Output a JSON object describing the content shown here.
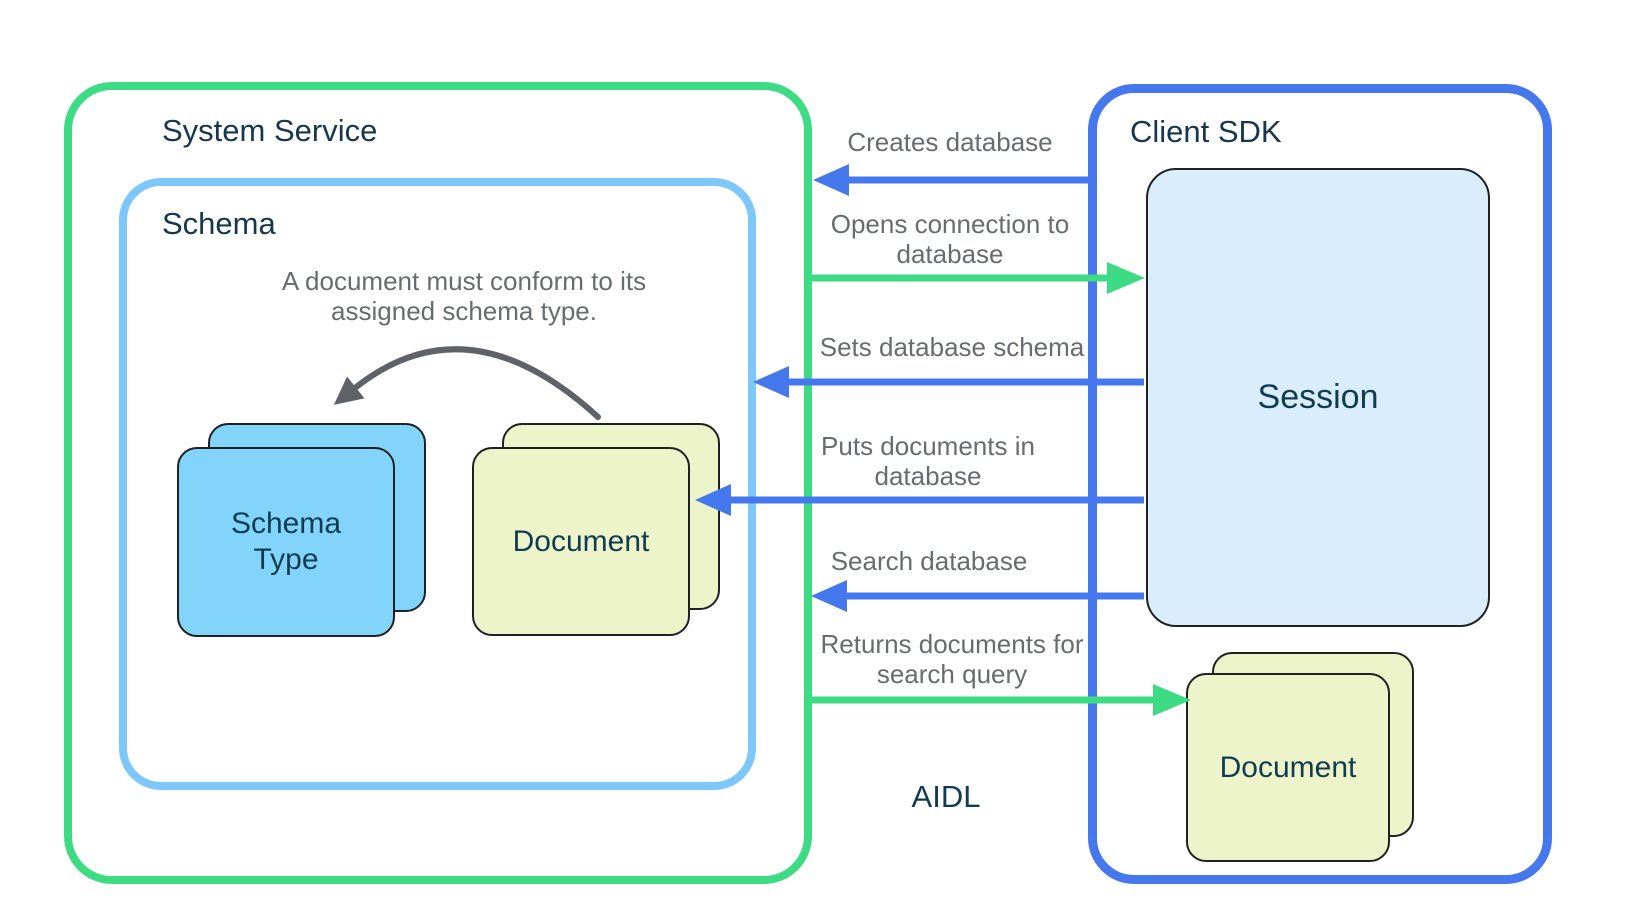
{
  "system_service": {
    "title": "System Service",
    "schema": {
      "title": "Schema",
      "note": "A document must conform to its assigned schema type.",
      "schema_type_label": "Schema Type",
      "document_label": "Document"
    }
  },
  "client_sdk": {
    "title": "Client SDK",
    "session_label": "Session",
    "document_label": "Document"
  },
  "aidl_label": "AIDL",
  "arrows": [
    {
      "label": "Creates database",
      "color": "blue",
      "direction": "left",
      "from": "Client SDK",
      "to": "System Service"
    },
    {
      "label": "Opens connection to database",
      "color": "green",
      "direction": "right",
      "from": "System Service",
      "to": "Session"
    },
    {
      "label": "Sets database schema",
      "color": "blue",
      "direction": "left",
      "from": "Session",
      "to": "Schema"
    },
    {
      "label": "Puts documents in database",
      "color": "blue",
      "direction": "left",
      "from": "Session",
      "to": "Document"
    },
    {
      "label": "Search database",
      "color": "blue",
      "direction": "left",
      "from": "Session",
      "to": "System Service"
    },
    {
      "label": "Returns documents for search query",
      "color": "green",
      "direction": "right",
      "from": "System Service",
      "to": "Document"
    }
  ],
  "curved_arrow": {
    "meaning": "Document points to its Schema Type",
    "color": "#5f6368"
  },
  "colors": {
    "system_service_border": "#3ddc84",
    "client_sdk_border": "#4478ec",
    "schema_border": "#7dc7fa",
    "schema_type_card_fill": "#82d4fa",
    "document_card_fill": "#edf4ca",
    "session_fill": "#d9edfc",
    "dark_text": "#103c52",
    "gray_text": "#696c6e",
    "arc_gray": "#5f6368",
    "card_border": "#202124"
  }
}
